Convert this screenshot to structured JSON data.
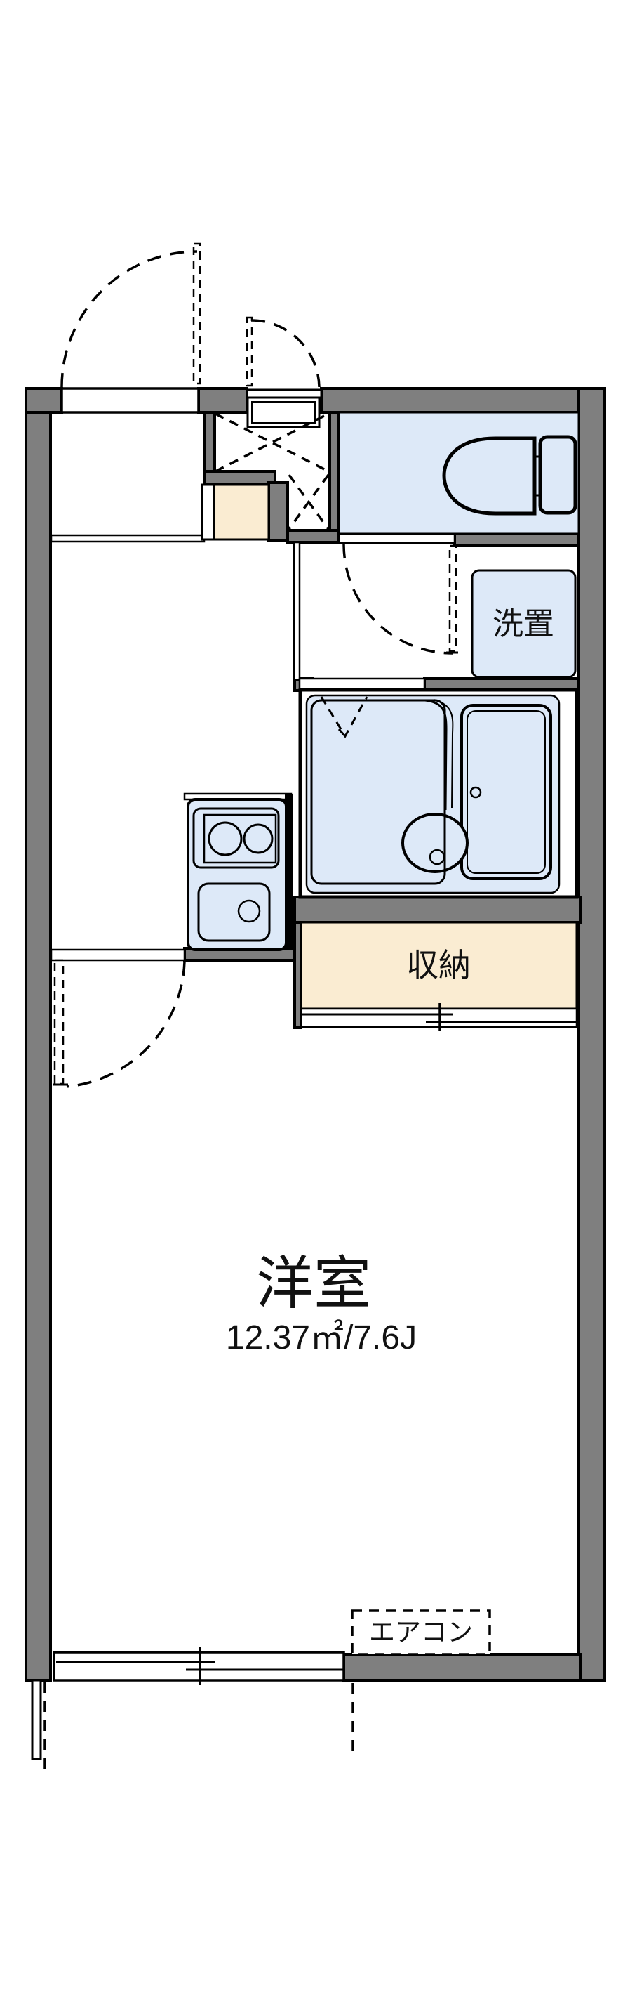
{
  "plan": {
    "type": "apartment-floorplan",
    "rooms": {
      "western_room": {
        "name": "洋室",
        "area": "12.37㎡/7.6J"
      },
      "closet": {
        "name": "収納"
      },
      "laundry_space": {
        "name": "洗置"
      },
      "aircon": {
        "name": "エアコン"
      }
    },
    "colors": {
      "wall": "#7f7f7f",
      "water_area": "#dde9f8",
      "genkan_floor": "#faecd2",
      "line": "#000000",
      "background": "#ffffff"
    }
  }
}
